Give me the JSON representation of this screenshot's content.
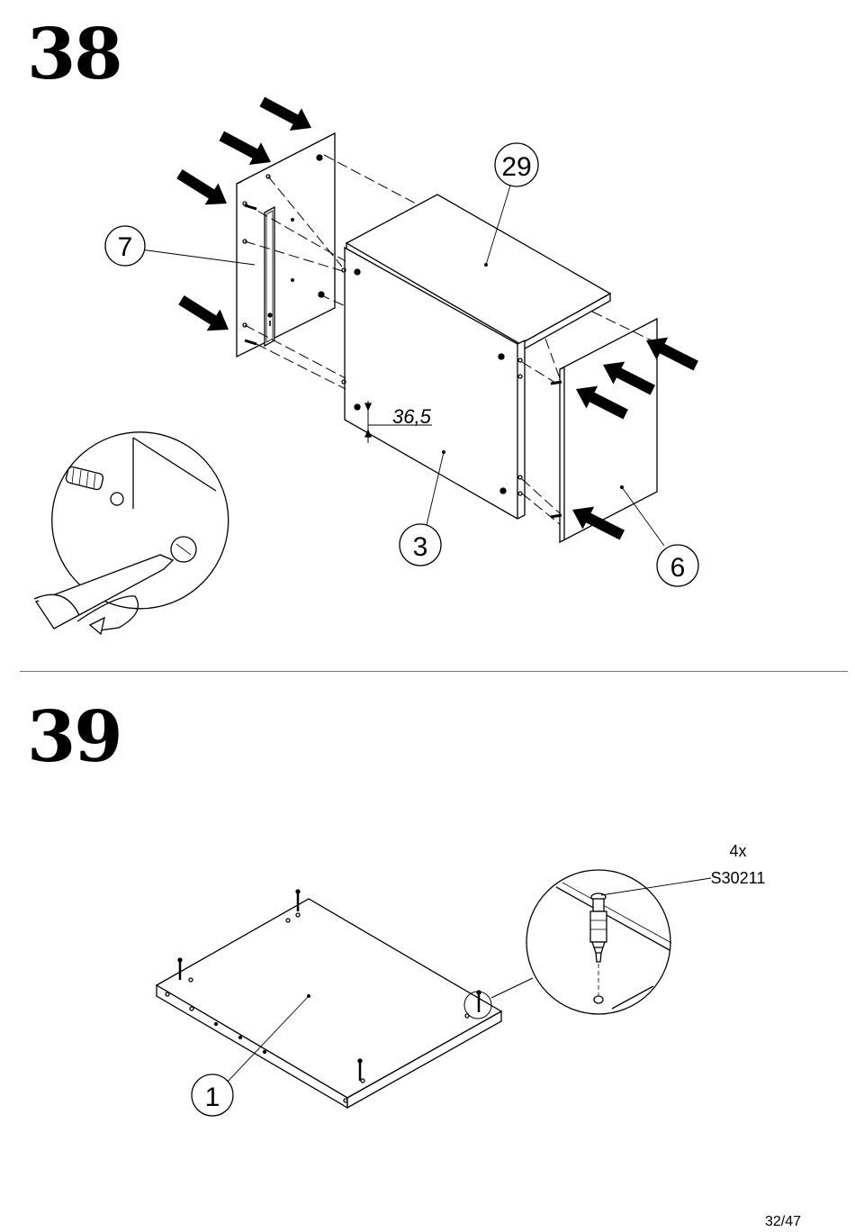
{
  "steps": {
    "step38": {
      "number": "38",
      "callouts": {
        "part7": "7",
        "part29": "29",
        "part3": "3",
        "part6": "6"
      },
      "dimension": "36,5"
    },
    "step39": {
      "number": "39",
      "callouts": {
        "part1": "1"
      },
      "hardware": {
        "quantity": "4x",
        "code": "S30211"
      }
    }
  },
  "page_number": "32/47",
  "colors": {
    "line": "#000000",
    "background": "#ffffff",
    "divider": "#777777"
  }
}
